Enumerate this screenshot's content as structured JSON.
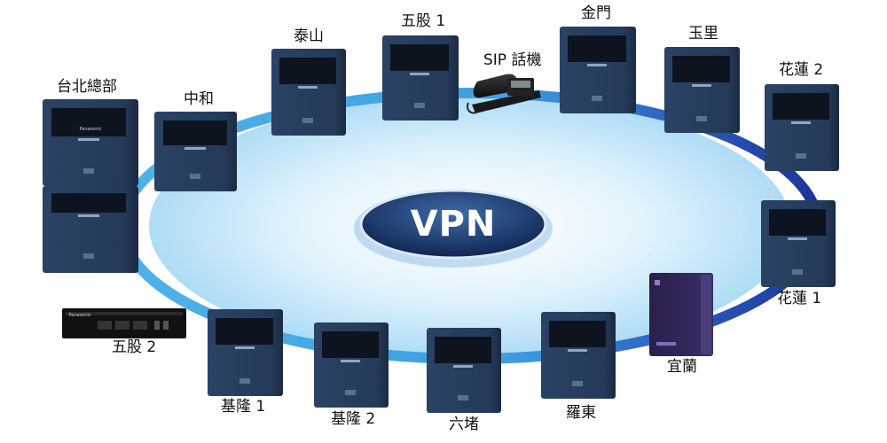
{
  "center": {
    "label": "VPN"
  },
  "nodes": {
    "taipei_hq": "台北總部",
    "zhonghe": "中和",
    "taishan": "泰山",
    "wugu1": "五股 1",
    "sip_phone": "SIP 話機",
    "kinmen": "金門",
    "yuli": "玉里",
    "hualien2": "花蓮 2",
    "hualien1": "花蓮 1",
    "yilan": "宜蘭",
    "luodong": "羅東",
    "liudu": "六堵",
    "keelung2": "基隆 2",
    "keelung1": "基隆 1",
    "wugu2": "五股 2"
  },
  "equipment_badge": "Panasonic",
  "colors": {
    "ring_light": "#5fb8ec",
    "ring_dark": "#1d3a9c",
    "ellipse_fill": "#cbe9fb",
    "cabinet": "#2c4260",
    "vpn_badge": "#1e3d72"
  }
}
